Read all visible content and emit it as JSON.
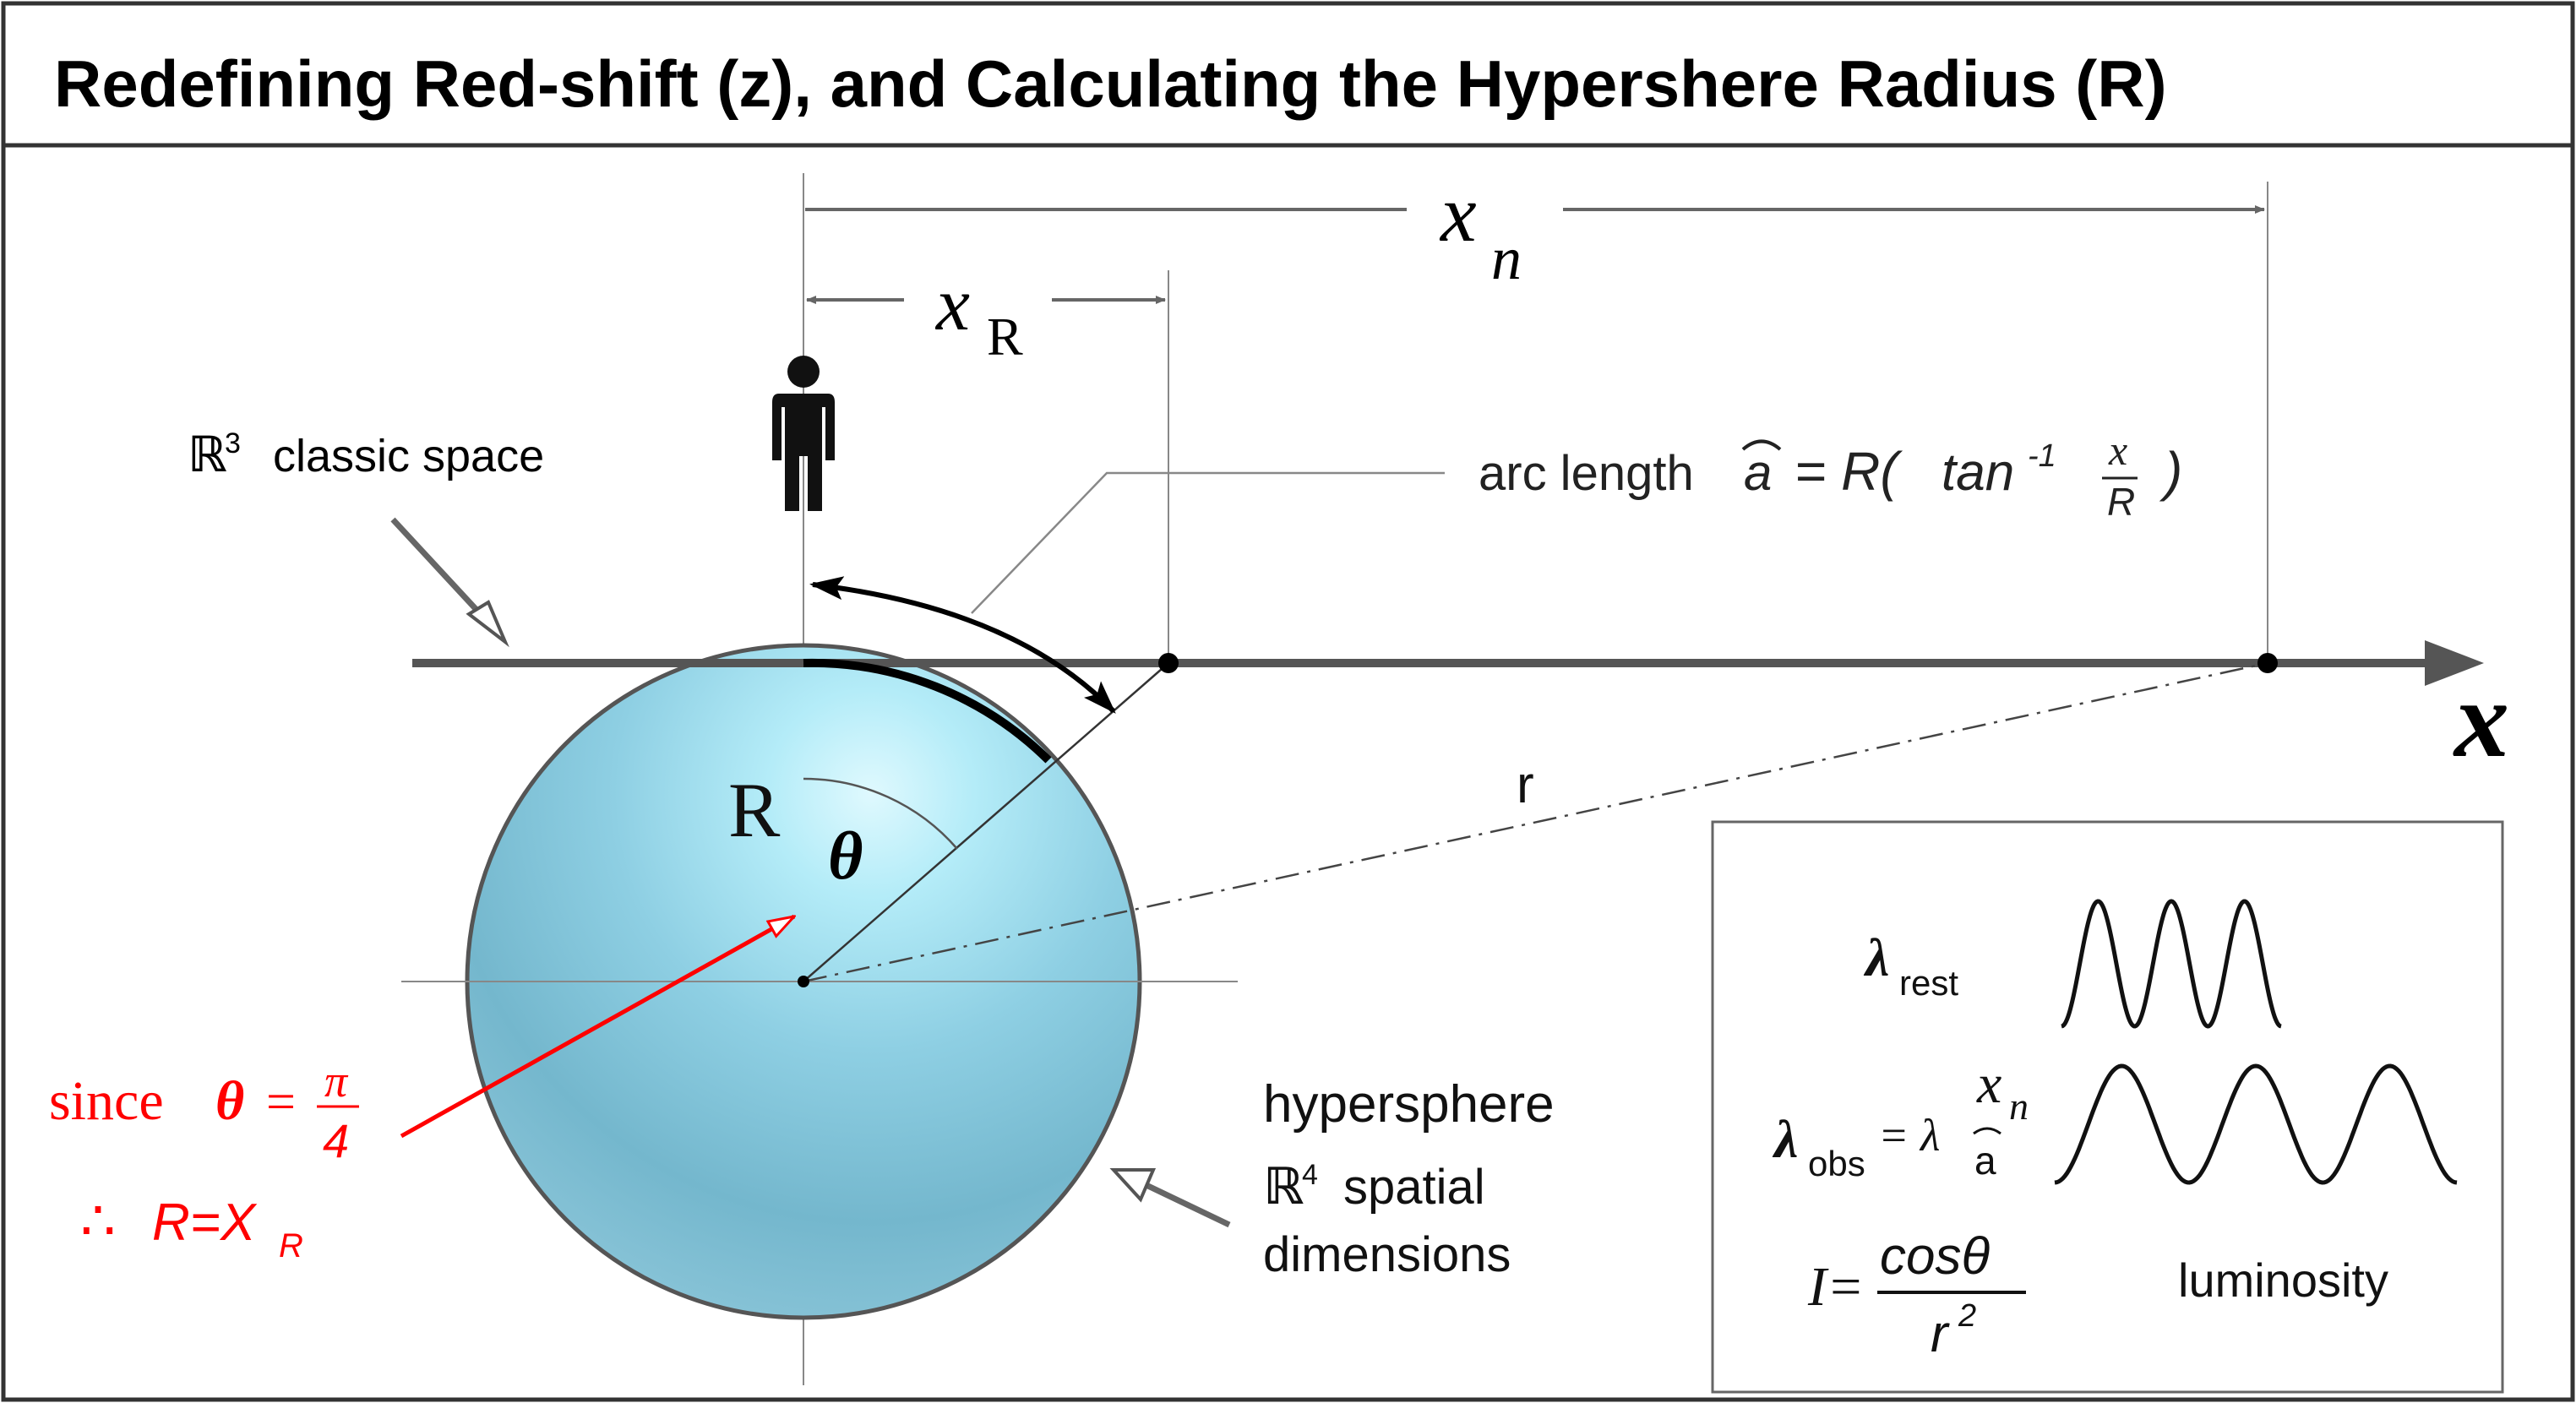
{
  "title": "Redefining Red-shift (z), and Calculating the Hypershere Radius (R)",
  "labels": {
    "x_n_var": "x",
    "x_n_sub": "n",
    "x_R_var": "x",
    "x_R_sub": "R",
    "r3_symbol": "ℝ",
    "r3_exp": "3",
    "r3_text": "classic space",
    "arc_text": "arc length",
    "arc_symbol": "a",
    "arc_eq": "= R(",
    "arc_tan": "tan",
    "arc_exp": "-1",
    "arc_frac_num": "x",
    "arc_frac_den": "R",
    "arc_close": ")",
    "axis_x": "x",
    "R_label": "R",
    "theta_label": "θ",
    "r_label": "r",
    "since_text": "since",
    "since_theta": "θ",
    "since_eq": "=",
    "since_frac_num": "π",
    "since_frac_den": "4",
    "therefore_symbol": "∴",
    "therefore_eq": "R=X",
    "therefore_sub": "R",
    "hypersphere_text": "hypersphere",
    "r4_symbol": "ℝ",
    "r4_exp": "4",
    "r4_text": "spatial",
    "dimensions_text": "dimensions"
  },
  "inset": {
    "lambda_rest_symbol": "λ",
    "lambda_rest_sub": "rest",
    "lambda_obs_symbol": "λ",
    "lambda_obs_sub": "obs",
    "lambda_obs_eq": "= λ",
    "lambda_obs_frac_num": "x",
    "lambda_obs_frac_num_sub": "n",
    "lambda_obs_frac_den": "a",
    "intensity_lhs": "I=",
    "intensity_num": "cosθ",
    "intensity_den": "r",
    "intensity_den_exp": "2",
    "luminosity_text": "luminosity"
  },
  "colors": {
    "sphere_light": "#cdf3fb",
    "sphere_mid": "#8fd3e6",
    "sphere_dark": "#6aaec6",
    "axis": "#555555",
    "annotation_red": "#ff0000",
    "frame": "#333333"
  }
}
